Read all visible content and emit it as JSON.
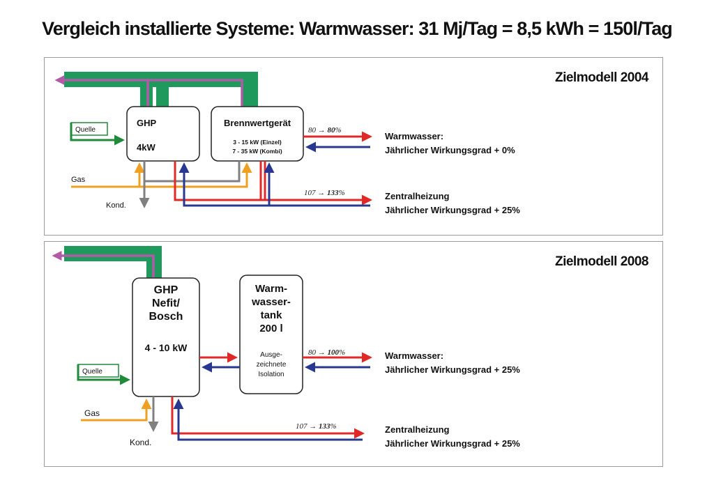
{
  "title": "Vergleich installierte Systeme: Warmwasser: 31 Mj/Tag = 8,5 kWh = 150l/Tag",
  "colors": {
    "flue_green": "#1f9a5c",
    "exhaust_purple": "#b05aa8",
    "source_green": "#1e8a3a",
    "gas_orange": "#f0a020",
    "condensate_grey": "#808080",
    "hot_red": "#e02828",
    "return_blue": "#283890"
  },
  "panel_2004": {
    "heading": "Zielmodell 2004",
    "ghp": {
      "line1": "GHP",
      "line2": "4kW"
    },
    "boiler": {
      "name": "Brennwertgerät",
      "spec1": "3 - 15 kW (Einzel)",
      "spec2": "7 - 35 kW (Kombi)"
    },
    "source_label": "Quelle",
    "gas_label": "Gas",
    "condensate_label": "Kond.",
    "hot_water": {
      "efficiency_from": "80",
      "efficiency_to": "80",
      "percent": "%",
      "label": "Warmwasser:",
      "gain": "Jährlicher Wirkungsgrad + 0%"
    },
    "heating": {
      "efficiency_from": "107",
      "efficiency_to": "133",
      "percent": "%",
      "label": "Zentralheizung",
      "gain": "Jährlicher Wirkungsgrad + 25%"
    }
  },
  "panel_2008": {
    "heading": "Zielmodell 2008",
    "ghp": {
      "line1": "GHP",
      "line2": "Nefit/",
      "line3": "Bosch",
      "power": "4 - 10 kW"
    },
    "tank": {
      "line1": "Warm-",
      "line2": "wasser-",
      "line3": "tank",
      "line4": "200 l",
      "note1": "Ausge-",
      "note2": "zeichnete",
      "note3": "Isolation"
    },
    "source_label": "Quelle",
    "gas_label": "Gas",
    "condensate_label": "Kond.",
    "hot_water": {
      "efficiency_from": "80",
      "efficiency_to": "100",
      "percent": "%",
      "label": "Warmwasser:",
      "gain": "Jährlicher Wirkungsgrad + 25%"
    },
    "heating": {
      "efficiency_from": "107",
      "efficiency_to": "133",
      "percent": "%",
      "label": "Zentralheizung",
      "gain": "Jährlicher Wirkungsgrad + 25%"
    }
  }
}
